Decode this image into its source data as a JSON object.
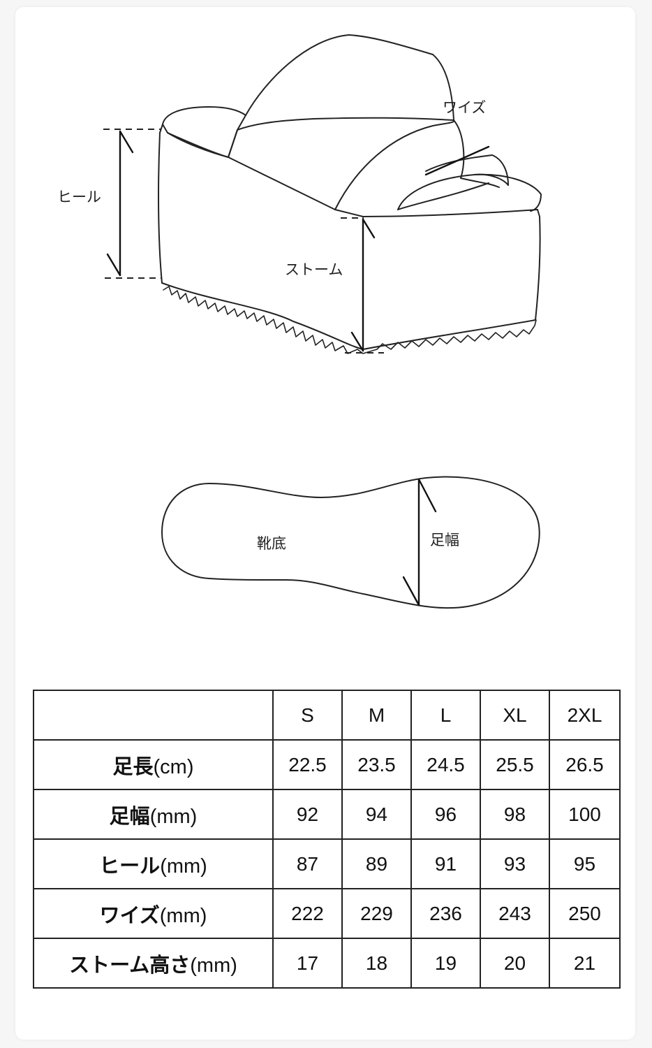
{
  "diagram": {
    "labels": {
      "width": "ワイズ",
      "heel": "ヒール",
      "storm": "ストーム",
      "insole": "靴底",
      "foot_width": "足幅"
    }
  },
  "table": {
    "sizes": [
      "S",
      "M",
      "L",
      "XL",
      "2XL"
    ],
    "rows": [
      {
        "label": "足長",
        "unit": "(cm)",
        "values": [
          "22.5",
          "23.5",
          "24.5",
          "25.5",
          "26.5"
        ]
      },
      {
        "label": "足幅",
        "unit": "(mm)",
        "values": [
          "92",
          "94",
          "96",
          "98",
          "100"
        ]
      },
      {
        "label": "ヒール",
        "unit": "(mm)",
        "values": [
          "87",
          "89",
          "91",
          "93",
          "95"
        ]
      },
      {
        "label": "ワイズ",
        "unit": "(mm)",
        "values": [
          "222",
          "229",
          "236",
          "243",
          "250"
        ]
      },
      {
        "label": "ストーム高さ",
        "unit": "(mm)",
        "values": [
          "17",
          "18",
          "19",
          "20",
          "21"
        ]
      }
    ]
  }
}
